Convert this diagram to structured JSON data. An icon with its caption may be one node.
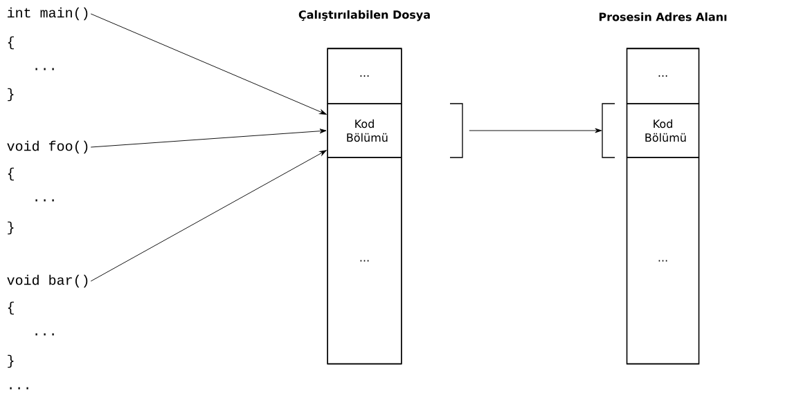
{
  "diagram": {
    "nodes": [
      {
        "text": [
          "int main()"
        ]
      },
      {
        "text": [
          "void foo()"
        ]
      },
      {
        "text": [
          "void bar()"
        ]
      },
      {
        "text": [
          "Çalıştırılabilen  Dosya"
        ]
      },
      {
        "text": [
          "..."
        ],
        "in": 3
      },
      {
        "text": [
          "Kod Bölümü"
        ],
        "in": 3
      },
      {
        "text": [
          "..."
        ],
        "in": 3
      },
      {
        "text": [
          "Prosesin Adres Alanı"
        ]
      },
      {
        "text": [
          "..."
        ],
        "in": 7
      },
      {
        "text": [
          "Kod Bölümü"
        ],
        "in": 7
      },
      {
        "text": [
          "..."
        ],
        "in": 7
      }
    ],
    "edges": [
      {
        "from": 0,
        "to": 5,
        "arrow": "to"
      },
      {
        "from": 1,
        "to": 5,
        "arrow": "to"
      },
      {
        "from": 2,
        "to": 5,
        "arrow": "to"
      },
      {
        "from": 5,
        "to": 9,
        "arrow": "to"
      }
    ],
    "labels": [
      "{",
      "...",
      "}",
      "{",
      "...",
      "}",
      "{",
      "...",
      "}",
      "..."
    ]
  }
}
